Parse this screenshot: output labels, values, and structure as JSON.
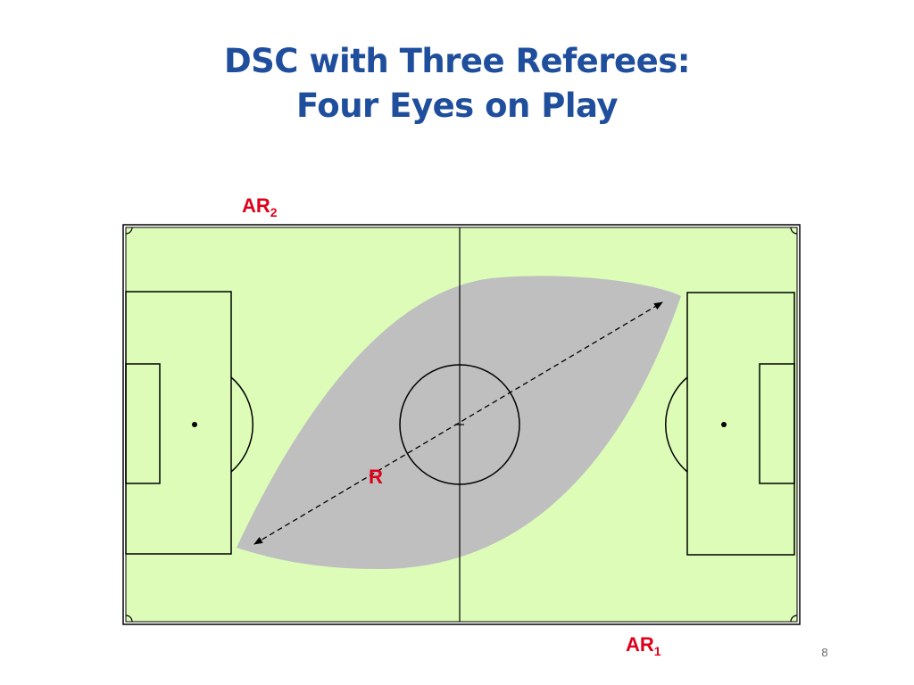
{
  "slide": {
    "title_line1": "DSC with Three Referees:",
    "title_line2": "Four Eyes on Play",
    "page_number": "8"
  },
  "labels": {
    "ar2": {
      "text": "AR",
      "sub": "2"
    },
    "ar1": {
      "text": "AR",
      "sub": "1"
    },
    "referee": {
      "text": "R"
    }
  },
  "colors": {
    "title": "#1f4e9c",
    "labels": "#e0001a",
    "field": "#dcfcb8",
    "coverage_zone": "#bfbfbf",
    "lines": "#000000"
  }
}
